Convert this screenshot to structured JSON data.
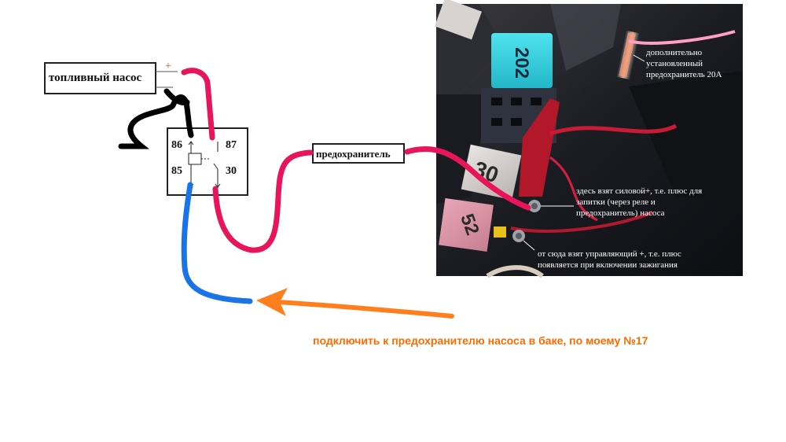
{
  "fuel_pump": {
    "label": "топливный насос",
    "plus": "+"
  },
  "relay": {
    "pin86": "86",
    "pin87": "87",
    "pin85": "85",
    "pin30": "30"
  },
  "fuse_box": {
    "label": "предохранитель"
  },
  "photo": {
    "fuse_30": "30",
    "fuse_202": "202",
    "fuse_52": "52",
    "note_added_fuse": [
      "дополнительно",
      "установленный",
      "предохранитель 20А"
    ],
    "note_power": [
      "здесь взят силовой+, т.е. плюс для",
      "запитки (через реле и",
      "предохранитель) насоса"
    ],
    "note_control": [
      "от сюда взят управляющий +, т.е. плюс",
      "появляется при включении зажигания"
    ]
  },
  "instruction": "подключить к предохранителю насоса в баке, по моему №17",
  "colors": {
    "wire_positive": "#e8155a",
    "wire_ground": "#000000",
    "wire_control": "#1a74e8",
    "arrow": "#ff7f1f"
  }
}
